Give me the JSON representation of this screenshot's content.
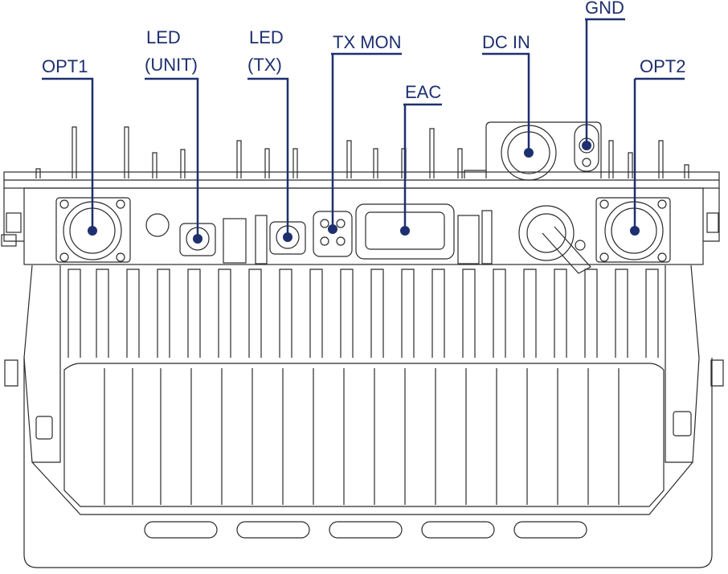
{
  "colors": {
    "callout": "#1d2f6f",
    "line": "#2b2b2b",
    "background": "#ffffff"
  },
  "labels": {
    "opt1": "OPT1",
    "led_unit_1": "LED",
    "led_unit_2": "(UNIT)",
    "led_tx_1": "LED",
    "led_tx_2": "(TX)",
    "tx_mon": "TX MON",
    "eac": "EAC",
    "dc_in": "DC IN",
    "gnd": "GND",
    "opt2": "OPT2"
  }
}
